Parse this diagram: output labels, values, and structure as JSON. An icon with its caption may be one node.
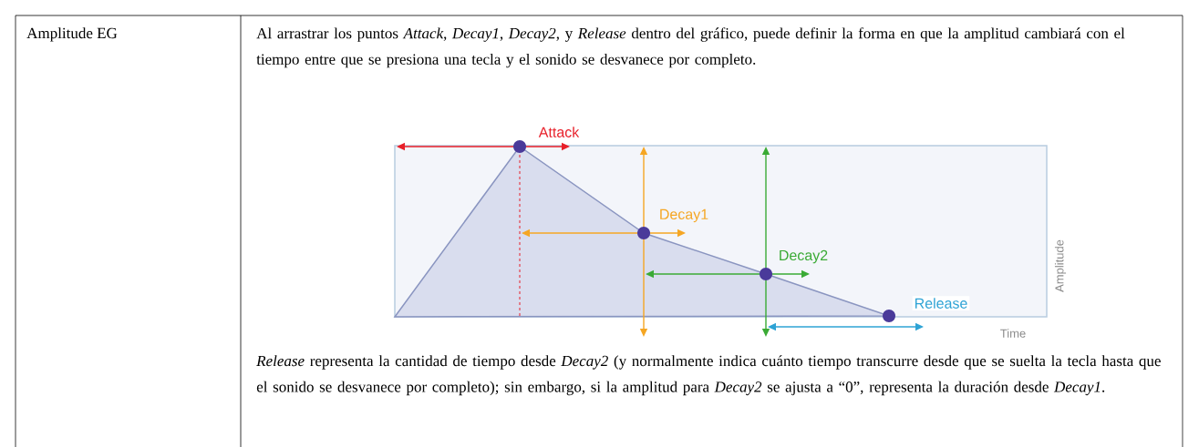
{
  "diagram": {
    "labels": [
      "Amplitude EG",
      "Al arrastrar los puntos *Attack*, *Decay1*, *Decay2*, y *Release* dentro del gráfico, puede definir la forma en que la amplitud cambiará con el tiempo entre que se presiona una tecla y el sonido se desvanece por completo.",
      "Attack",
      "Decay1",
      "Decay2",
      "Amplitude",
      "Release",
      "Time",
      "*Release* representa la cantidad de tiempo desde *Decay2* (y normalmente indica cuánto tiempo transcurre desde que se suelta la tecla hasta que el sonido se desvanece por completo); sin embargo, si la amplitud para *Decay2* se ajusta a “0”, representa la duración desde *Decay1*."
    ]
  }
}
